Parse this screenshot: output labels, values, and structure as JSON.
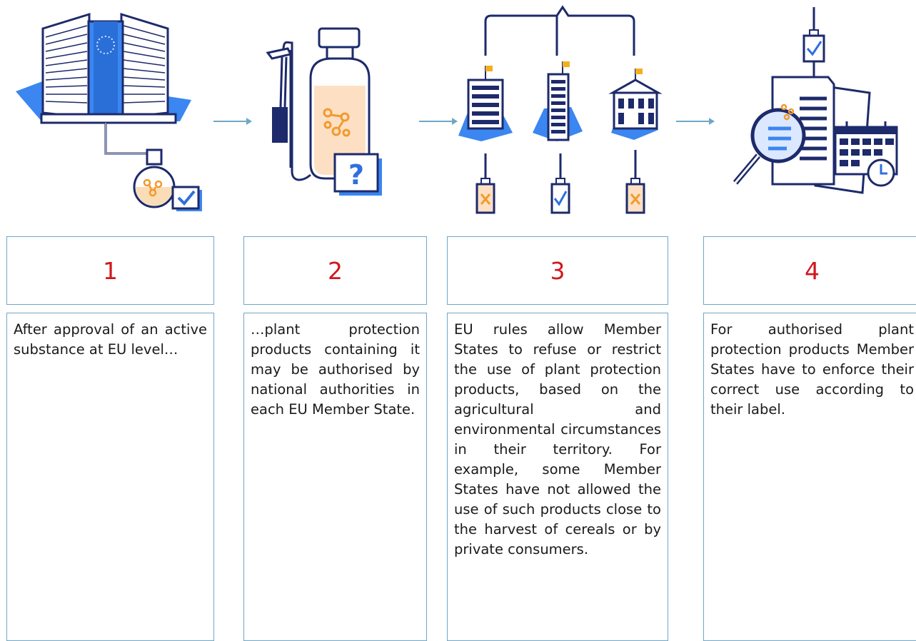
{
  "steps": [
    {
      "number": "1",
      "text": "After approval of an active substance at EU level…"
    },
    {
      "number": "2",
      "text": "…plant protection products containing it may be authorised by national authorities in each EU Member State."
    },
    {
      "number": "3",
      "text": "EU rules allow Member States to refuse or restrict the use of plant protection products, based on the agricultural and environmental circumstances in their territory. For example, some Member States have not allowed the use of such products close to the harvest of cereals or by private consumers."
    },
    {
      "number": "4",
      "text": "For authorised plant protection products Member States have to enforce their correct use according to their label."
    }
  ],
  "icons": {
    "step1": [
      "eu-building-icon",
      "flask-icon",
      "checkbox-icon"
    ],
    "step2": [
      "sprayer-icon",
      "question-mark-icon"
    ],
    "step3": [
      "member-state-building-icon",
      "refused-label-icon",
      "approved-label-icon"
    ],
    "step4": [
      "documents-icon",
      "magnifier-icon",
      "calendar-icon",
      "clock-icon",
      "approved-label-icon"
    ]
  },
  "colors": {
    "number": "#d0181e",
    "border": "#6fa7c7",
    "accent_blue": "#2f6fe0",
    "navy": "#1d2a6b",
    "orange": "#f29a2e",
    "liquid": "#fde0c4"
  }
}
